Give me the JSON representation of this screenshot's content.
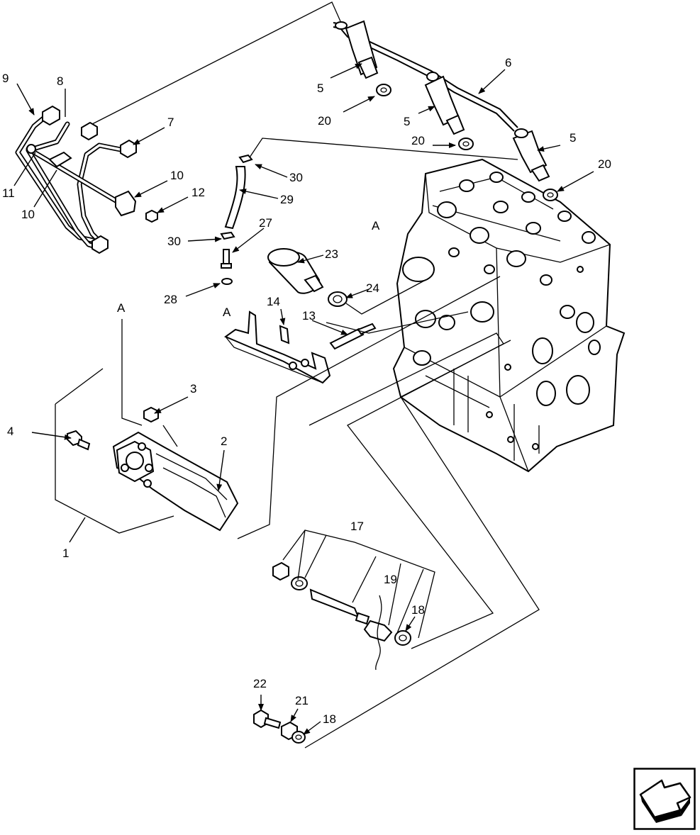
{
  "diagram": {
    "callouts": {
      "c1": "1",
      "c2": "2",
      "c3": "3",
      "c4": "4",
      "c5a": "5",
      "c5b": "5",
      "c5c": "5",
      "c6": "6",
      "c7": "7",
      "c8": "8",
      "c9": "9",
      "c10a": "10",
      "c10b": "10",
      "c11": "11",
      "c12": "12",
      "c13": "13",
      "c14": "14",
      "c17": "17",
      "c18a": "18",
      "c18b": "18",
      "c19": "19",
      "c20a": "20",
      "c20b": "20",
      "c20c": "20",
      "c21": "21",
      "c22": "22",
      "c23": "23",
      "c24": "24",
      "c27": "27",
      "c28": "28",
      "c29": "29",
      "c30a": "30",
      "c30b": "30",
      "refA1": "A",
      "refA2": "A",
      "refA3": "A"
    },
    "nav": {
      "icon": "next-page-arrow-icon"
    }
  }
}
